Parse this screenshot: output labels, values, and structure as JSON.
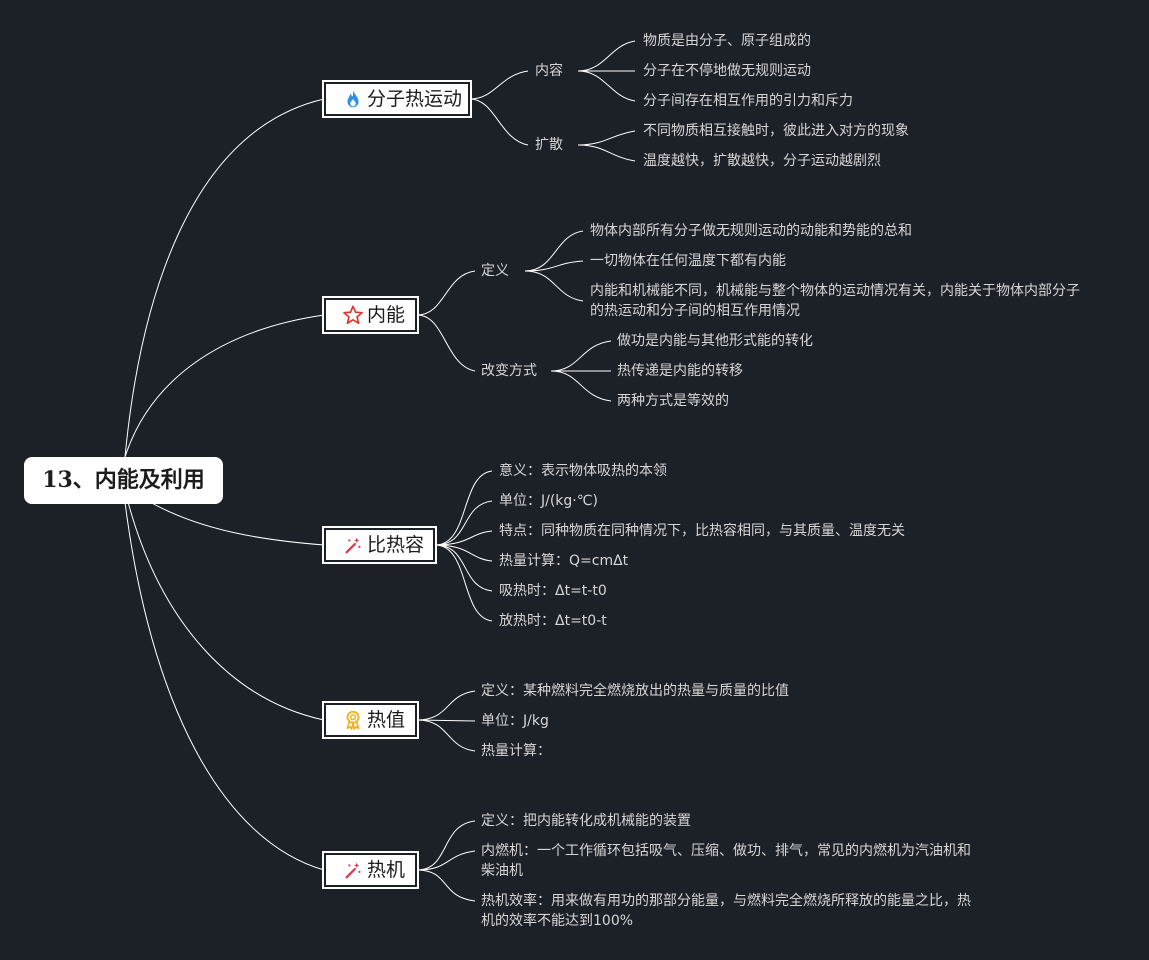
{
  "root": {
    "title": "13、内能及利用"
  },
  "branches": [
    {
      "title": "分子热运动",
      "icon": "fire-icon",
      "groups": [
        {
          "label": "内容",
          "items": [
            "物质是由分子、原子组成的",
            "分子在不停地做无规则运动",
            "分子间存在相互作用的引力和斥力"
          ]
        },
        {
          "label": "扩散",
          "items": [
            "不同物质相互接触时，彼此进入对方的现象",
            "温度越快，扩散越快，分子运动越剧烈"
          ]
        }
      ]
    },
    {
      "title": "内能",
      "icon": "star-icon",
      "groups": [
        {
          "label": "定义",
          "items": [
            "物体内部所有分子做无规则运动的动能和势能的总和",
            "一切物体在任何温度下都有内能",
            "内能和机械能不同，机械能与整个物体的运动情况有关，内能关于物体内部分子的热运动和分子间的相互作用情况"
          ]
        },
        {
          "label": "改变方式",
          "items": [
            "做功是内能与其他形式能的转化",
            "热传递是内能的转移",
            "两种方式是等效的"
          ]
        }
      ]
    },
    {
      "title": "比热容",
      "icon": "magic-wand-icon",
      "items": [
        "意义：表示物体吸热的本领",
        "单位：J/(kg·℃)",
        "特点：同种物质在同种情况下，比热容相同，与其质量、温度无关",
        "热量计算：Q=cmΔt",
        "吸热时：Δt=t-t0",
        "放热时：Δt=t0-t"
      ]
    },
    {
      "title": "热值",
      "icon": "award-badge-icon",
      "items": [
        "定义：某种燃料完全燃烧放出的热量与质量的比值",
        "单位：J/kg",
        "热量计算："
      ]
    },
    {
      "title": "热机",
      "icon": "magic-wand-icon",
      "items": [
        "定义：把内能转化成机械能的装置",
        "内燃机：一个工作循环包括吸气、压缩、做功、排气，常见的内燃机为汽油机和柴油机",
        "热机效率：用来做有用功的那部分能量，与燃料完全燃烧所释放的能量之比，热机的效率不能达到100%"
      ]
    }
  ],
  "colors": {
    "background": "#1c2027",
    "lines": "#ffffff",
    "text": "#d6d6d6",
    "fire": "#2f8fe0",
    "star": "#e0352b",
    "wand": "#e0354f",
    "badge": "#f2b01e"
  }
}
